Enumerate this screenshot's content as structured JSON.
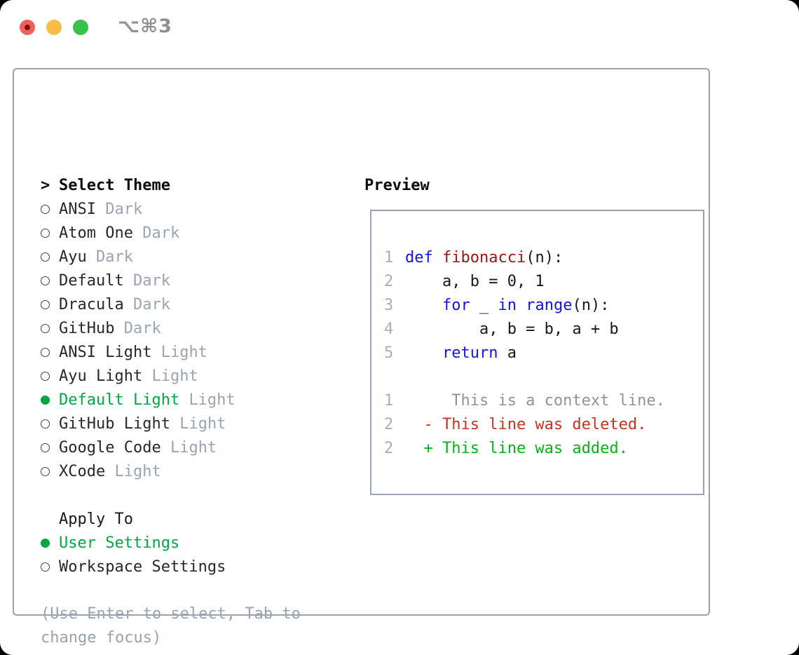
{
  "window": {
    "title": "⌥⌘3"
  },
  "colors": {
    "accent_green": "#00a843",
    "diff_added_green": "#00b517",
    "diff_deleted_red": "#c9321f",
    "keyword_blue": "#1414e6",
    "function_red": "#a31515",
    "muted_gray": "#9aa4b2",
    "border_gray": "#9aa3af",
    "traffic_red": "#f1605a",
    "traffic_yellow": "#f7bd45",
    "traffic_green": "#35c449"
  },
  "select_theme": {
    "cursor": ">",
    "header": "Select Theme",
    "items": [
      {
        "name": "ANSI",
        "variant": "Dark",
        "selected": false
      },
      {
        "name": "Atom One",
        "variant": "Dark",
        "selected": false
      },
      {
        "name": "Ayu",
        "variant": "Dark",
        "selected": false
      },
      {
        "name": "Default",
        "variant": "Dark",
        "selected": false
      },
      {
        "name": "Dracula",
        "variant": "Dark",
        "selected": false
      },
      {
        "name": "GitHub",
        "variant": "Dark",
        "selected": false
      },
      {
        "name": "ANSI Light",
        "variant": "Light",
        "selected": false
      },
      {
        "name": "Ayu Light",
        "variant": "Light",
        "selected": false
      },
      {
        "name": "Default Light",
        "variant": "Light",
        "selected": true
      },
      {
        "name": "GitHub Light",
        "variant": "Light",
        "selected": false
      },
      {
        "name": "Google Code",
        "variant": "Light",
        "selected": false
      },
      {
        "name": "XCode",
        "variant": "Light",
        "selected": false
      }
    ]
  },
  "apply_to": {
    "header": "Apply To",
    "options": [
      {
        "label": "User Settings",
        "selected": true
      },
      {
        "label": "Workspace Settings",
        "selected": false
      }
    ]
  },
  "hint": "(Use Enter to select, Tab to change focus)",
  "preview": {
    "header": "Preview",
    "lines": [
      {
        "num": "1",
        "tokens": [
          [
            "kw",
            "def"
          ],
          [
            "pl",
            " "
          ],
          [
            "fn",
            "fibonacci"
          ],
          [
            "pl",
            "(n):"
          ]
        ]
      },
      {
        "num": "2",
        "tokens": [
          [
            "pl",
            "    a, b = 0, 1"
          ]
        ]
      },
      {
        "num": "3",
        "tokens": [
          [
            "pl",
            "    "
          ],
          [
            "kw",
            "for"
          ],
          [
            "pl",
            " _ "
          ],
          [
            "kw",
            "in"
          ],
          [
            "pl",
            " "
          ],
          [
            "kw",
            "range"
          ],
          [
            "pl",
            "(n):"
          ]
        ]
      },
      {
        "num": "4",
        "tokens": [
          [
            "pl",
            "        a, b = b, a + b"
          ]
        ]
      },
      {
        "num": "5",
        "tokens": [
          [
            "pl",
            "    "
          ],
          [
            "kw",
            "return"
          ],
          [
            "pl",
            " a"
          ]
        ]
      },
      {
        "num": "",
        "tokens": []
      },
      {
        "num": "1",
        "tokens": [
          [
            "ctx",
            "     This is a context line."
          ]
        ]
      },
      {
        "num": "2",
        "tokens": [
          [
            "del",
            "  - This line was deleted."
          ]
        ]
      },
      {
        "num": "2",
        "tokens": [
          [
            "add",
            "  + This line was added."
          ]
        ]
      }
    ]
  }
}
